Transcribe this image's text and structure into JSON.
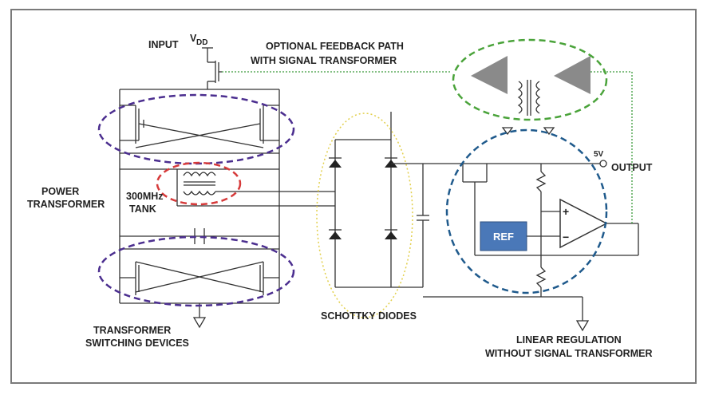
{
  "labels": {
    "input": "INPUT",
    "vdd_main": "V",
    "vdd_sub": "DD",
    "feedback_line1": "OPTIONAL FEEDBACK PATH",
    "feedback_line2": "WITH SIGNAL TRANSFORMER",
    "power_line1": "POWER",
    "power_line2": "TRANSFORMER",
    "tank_line1": "300MHz",
    "tank_line2": "TANK",
    "five_v": "5V",
    "output": "OUTPUT",
    "ref": "REF",
    "plus": "+",
    "minus": "−",
    "schottky": "SCHOTTKY DIODES",
    "switching_line1": "TRANSFORMER",
    "switching_line2": "SWITCHING DEVICES",
    "linear_line1": "LINEAR REGULATION",
    "linear_line2": "WITHOUT SIGNAL TRANSFORMER"
  },
  "colors": {
    "frame": "#7a7a7a",
    "wire": "#333333",
    "purple_dash": "#4b2e8f",
    "red_dash": "#d63a3a",
    "yellow_dot": "#e2cf4a",
    "green_dash": "#4aa33a",
    "blue_dash": "#1f5a8c",
    "feedback_dot": "#3a9a3a",
    "buffer_gray": "#8a8a8a",
    "ref_fill": "#4a78b8"
  }
}
